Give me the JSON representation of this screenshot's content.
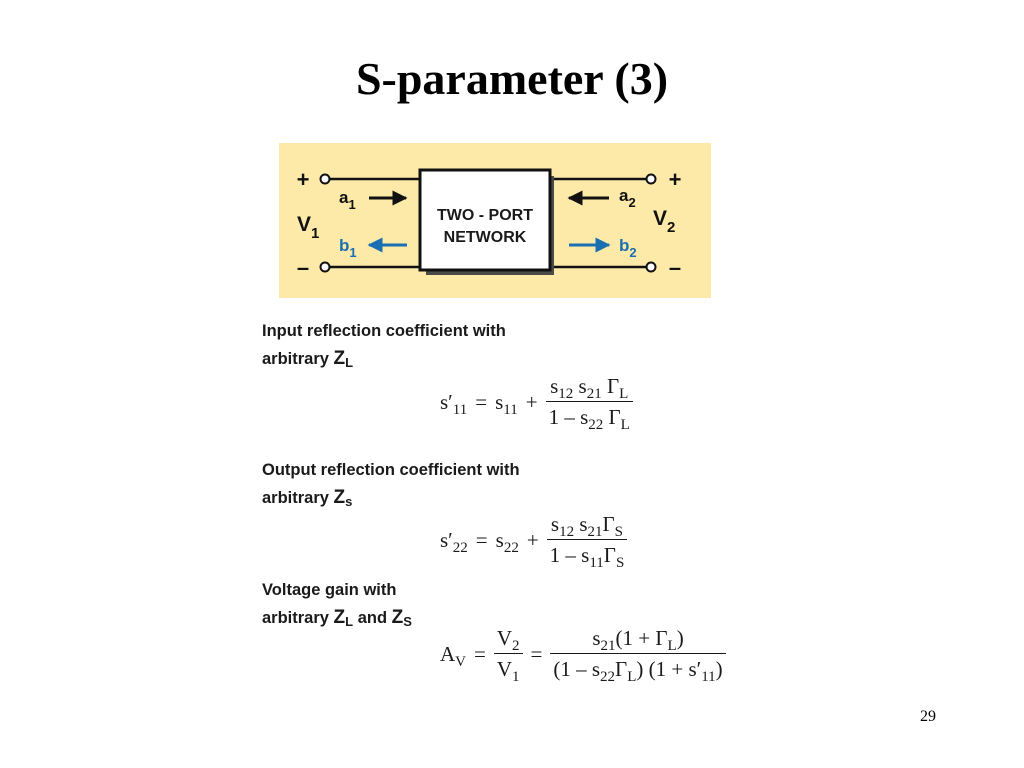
{
  "slide": {
    "title": "S-parameter (3)",
    "page_number": "29"
  },
  "figure": {
    "background": "#fdeaa8",
    "wave_color": "#1a6fb3",
    "block_line1": "TWO - PORT",
    "block_line2": "NETWORK",
    "plus_left": "+",
    "minus_left": "–",
    "plus_right": "+",
    "minus_right": "–",
    "v1": "V",
    "v1_sub": "1",
    "v2": "V",
    "v2_sub": "2",
    "a1": "a",
    "a1_sub": "1",
    "a2": "a",
    "a2_sub": "2",
    "b1": "b",
    "b1_sub": "1",
    "b2": "b",
    "b2_sub": "2"
  },
  "sections": {
    "input": {
      "line1": "Input reflection coefficient with",
      "line2": "arbitrary ",
      "z": "Z",
      "z_sub": "L"
    },
    "output": {
      "line1": "Output reflection coefficient with",
      "line2": "arbitrary ",
      "z": "Z",
      "z_sub": "s"
    },
    "gain": {
      "line1": "Voltage gain with",
      "line2": "arbitrary ",
      "z1": "Z",
      "z1_sub": "L",
      "and": " and ",
      "z2": "Z",
      "z2_sub": "S"
    }
  },
  "equations": {
    "eq1": {
      "lhs": "s′",
      "lhs_sub": "11",
      "eq": "=",
      "t1": "s",
      "t1_sub": "11",
      "plus": "+",
      "num_a": "s",
      "num_a_sub": "12",
      "num_b": " s",
      "num_b_sub": "21",
      "num_g": " Γ",
      "num_g_sub": "L",
      "den_1": "1 – s",
      "den_1_sub": "22",
      "den_g": " Γ",
      "den_g_sub": "L"
    },
    "eq2": {
      "lhs": "s′",
      "lhs_sub": "22",
      "eq": "=",
      "t1": "s",
      "t1_sub": "22",
      "plus": "+",
      "num_a": "s",
      "num_a_sub": "12",
      "num_b": " s",
      "num_b_sub": "21",
      "num_g": "Γ",
      "num_g_sub": "S",
      "den_1": "1 – s",
      "den_1_sub": "11",
      "den_g": "Γ",
      "den_g_sub": "S"
    },
    "eq3": {
      "lhs": "A",
      "lhs_sub": "V",
      "eq": "=",
      "f1_num": "V",
      "f1_num_sub": "2",
      "f1_den": "V",
      "f1_den_sub": "1",
      "eq2": "=",
      "num_s": "s",
      "num_s_sub": "21",
      "num_rest": "(1 + Γ",
      "num_rest_sub": "L",
      "num_close": ")",
      "den_a": "(1 – s",
      "den_a_sub": "22",
      "den_b": "Γ",
      "den_b_sub": "L",
      "den_c": ") (1 + s′",
      "den_c_sub": "11",
      "den_d": ")"
    }
  }
}
